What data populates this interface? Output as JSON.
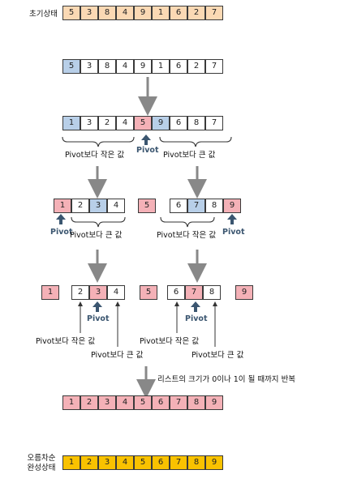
{
  "labels": {
    "initial": "초기상태",
    "sorted_line1": "오름차순",
    "sorted_line2": "완성상태",
    "pivot": "Pivot",
    "smaller": "Pivot보다 작은 값",
    "larger": "Pivot보다 큰 값",
    "repeat_note": "리스트의 크기가 0이나 1이 될 때까지 반복"
  },
  "rows": {
    "initial": [
      "5",
      "3",
      "8",
      "4",
      "9",
      "1",
      "6",
      "2",
      "7"
    ],
    "step1": [
      "5",
      "3",
      "8",
      "4",
      "9",
      "1",
      "6",
      "2",
      "7"
    ],
    "step2": [
      "1",
      "3",
      "2",
      "4",
      "5",
      "9",
      "6",
      "8",
      "7"
    ],
    "step3_left": [
      "1",
      "2",
      "3",
      "4"
    ],
    "step3_mid": [
      "5"
    ],
    "step3_right": [
      "6",
      "7",
      "8",
      "9"
    ],
    "step4_a": [
      "1"
    ],
    "step4_b": [
      "2",
      "3",
      "4"
    ],
    "step4_c": [
      "5"
    ],
    "step4_d": [
      "6",
      "7",
      "8"
    ],
    "step4_e": [
      "9"
    ],
    "result": [
      "1",
      "2",
      "3",
      "4",
      "5",
      "6",
      "7",
      "8",
      "9"
    ],
    "final": [
      "1",
      "2",
      "3",
      "4",
      "5",
      "6",
      "7",
      "8",
      "9"
    ]
  },
  "colors": {
    "initial_fill": "#fbd9b4",
    "pivot_fill": "#b8cfe8",
    "placed_fill": "#f4b1b7",
    "final_fill": "#f9c200",
    "arrow": "#888888",
    "pivot_arrow": "#3b5670"
  }
}
